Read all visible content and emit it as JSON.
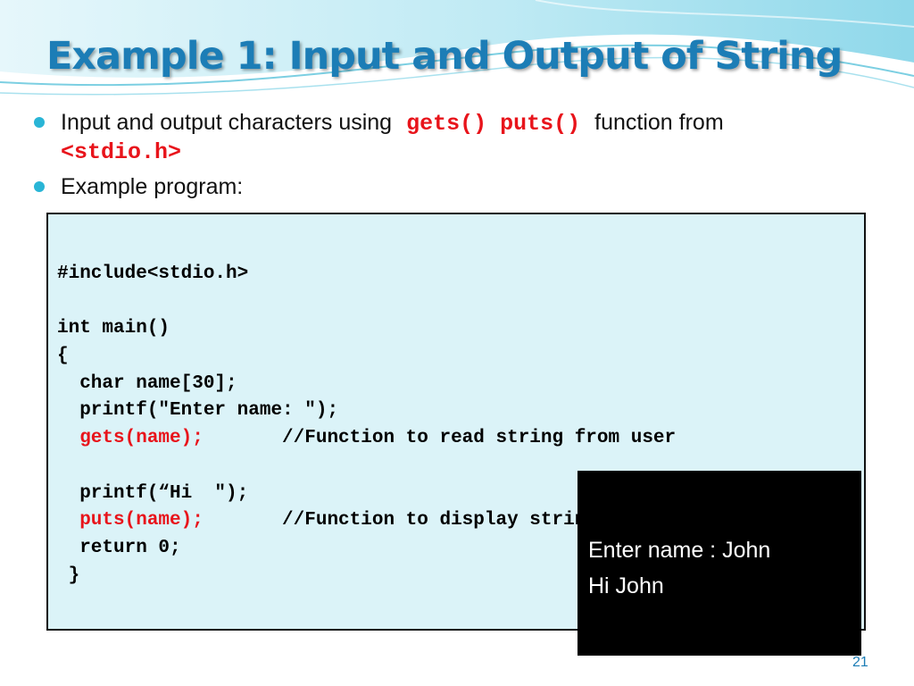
{
  "slide": {
    "title": "Example 1: Input and Output of String",
    "bullets": [
      {
        "text_before": "Input and output characters using",
        "code1": "gets()",
        "code2": "puts()",
        "text_after": "function from",
        "code3": "<stdio.h>"
      },
      {
        "text": "Example program:"
      }
    ],
    "code_lines": [
      "",
      "#include<stdio.h>",
      "",
      "int main()",
      "{",
      "  char name[30];",
      "  printf(\"Enter name: \");",
      "  gets(name);       //Function to read string from user",
      "",
      "  printf(“Hi  \");",
      "  puts(name);       //Function to display string",
      "  return 0;",
      " }"
    ],
    "output_lines": [
      "Enter name : John",
      "Hi John"
    ],
    "page_number": "21"
  },
  "colors": {
    "title": "#1c7db6",
    "bullet": "#29b5d6",
    "code_highlight": "#e8141b",
    "code_background": "#dbf3f8",
    "output_background": "#000000"
  }
}
